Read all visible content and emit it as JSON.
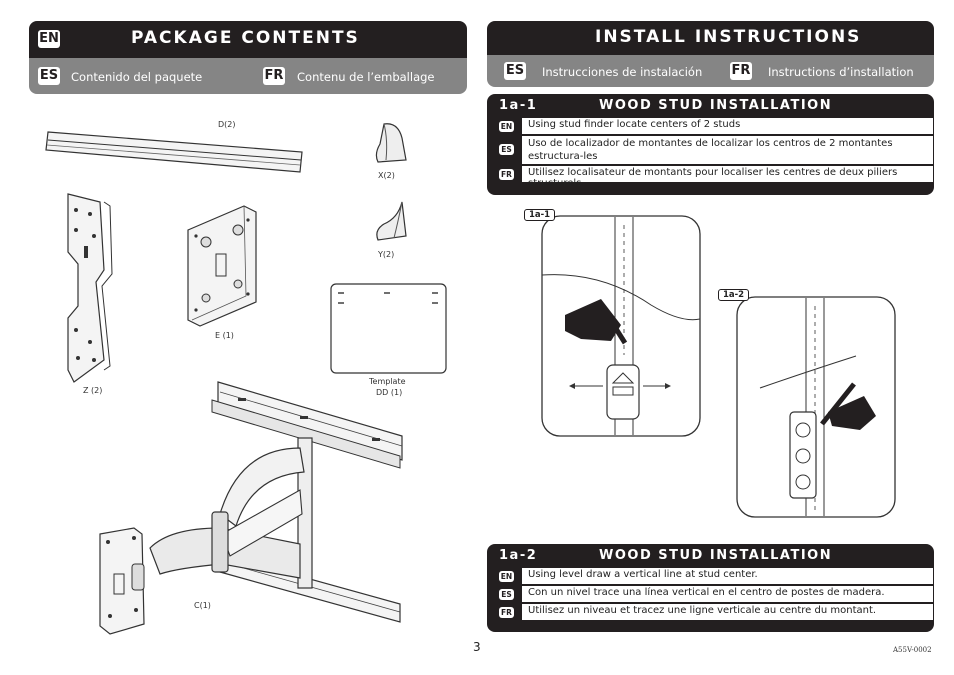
{
  "left": {
    "title_flag": "EN",
    "title": "PACKAGE CONTENTS",
    "sub": [
      {
        "flag": "ES",
        "text": "Contenido del paquete"
      },
      {
        "flag": "FR",
        "text": "Contenu de l’emballage"
      }
    ],
    "labels": {
      "d": "D(2)",
      "x": "X(2)",
      "y": "Y(2)",
      "e": "E (1)",
      "z": "Z (2)",
      "template": "Template",
      "dd": "DD (1)",
      "c": "C(1)"
    }
  },
  "right": {
    "title": "INSTALL INSTRUCTIONS",
    "sub": [
      {
        "flag": "ES",
        "text": "Instrucciones de instalación"
      },
      {
        "flag": "FR",
        "text": "Instructions d’installation"
      }
    ],
    "step1": {
      "num": "1a-1",
      "heading": "WOOD STUD INSTALLATION",
      "rows": [
        {
          "flag": "EN",
          "text": "Using stud finder locate centers of 2 studs"
        },
        {
          "flag": "ES",
          "text": "Uso de localizador de montantes de localizar los centros de 2 montantes estructura-les"
        },
        {
          "flag": "FR",
          "text": "Utilisez localisateur de montants pour localiser les centres de deux piliers structurels."
        }
      ]
    },
    "fig_tags": {
      "a": "1a-1",
      "b": "1a-2"
    },
    "step2": {
      "num": "1a-2",
      "heading": "WOOD STUD INSTALLATION",
      "rows": [
        {
          "flag": "EN",
          "text": "Using level draw a vertical line at stud center."
        },
        {
          "flag": "ES",
          "text": "Con un nivel trace una línea vertical en el centro de postes de madera."
        },
        {
          "flag": "FR",
          "text": "Utilisez un niveau et tracez une ligne verticale au centre du montant."
        }
      ]
    }
  },
  "footer": {
    "page": "3",
    "code": "A55V-0002"
  }
}
